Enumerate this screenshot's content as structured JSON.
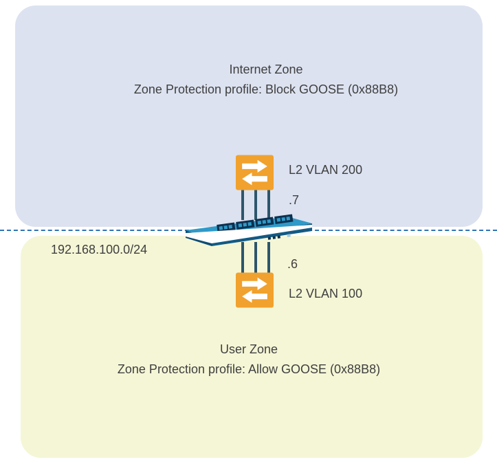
{
  "diagram": {
    "internet_zone": {
      "title": "Internet Zone",
      "profile": "Zone Protection profile: Block GOOSE (0x88B8)"
    },
    "user_zone": {
      "title": "User Zone",
      "profile": "Zone Protection profile: Allow GOOSE (0x88B8)"
    },
    "subnet_label": "192.168.100.0/24",
    "top_link": {
      "vlan": "L2 VLAN 200",
      "host": ".7"
    },
    "bottom_link": {
      "vlan": "L2 VLAN 100",
      "host": ".6"
    },
    "icons": {
      "top_switch": "l2-switch-icon",
      "bottom_switch": "l2-switch-icon",
      "firewall": "firewall-appliance-icon"
    },
    "colors": {
      "internet_zone_fill": "#dce2f0",
      "user_zone_fill": "#f5f6d6",
      "switch_orange": "#f1a12d",
      "firewall_blue": "#2f9ac8",
      "boundary_dash": "#2e74b5",
      "connector": "#2d566b",
      "text": "#3f3f3f"
    }
  }
}
